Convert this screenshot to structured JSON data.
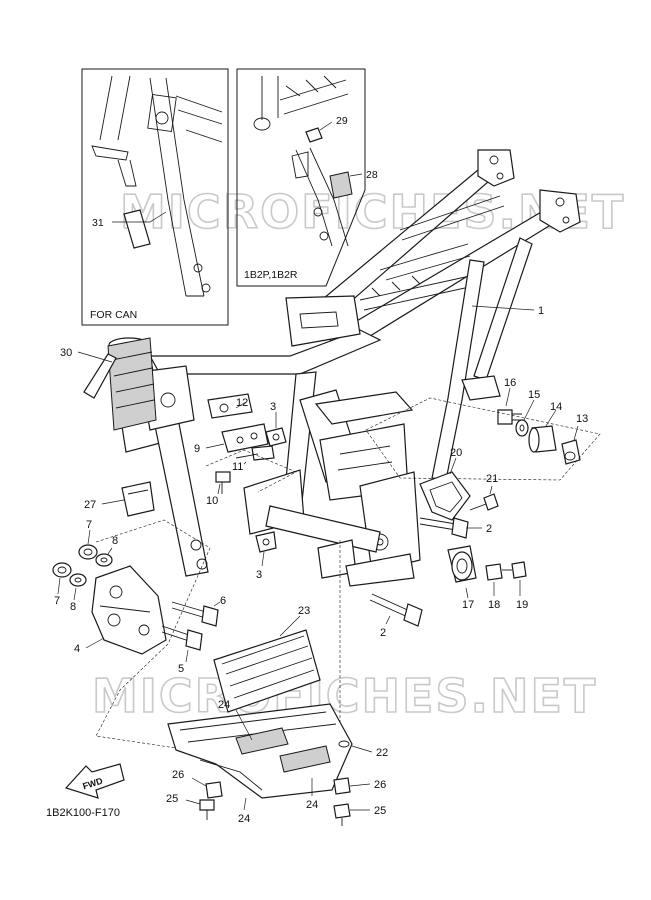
{
  "watermark": "MICROFICHES.NET",
  "diagram_code": "1B2K100-F170",
  "fwd_label": "FWD",
  "insets": {
    "left": {
      "caption": "FOR CAN",
      "callout": "31"
    },
    "right": {
      "caption": "1B2P,1B2R",
      "callouts": [
        "29",
        "28"
      ]
    }
  },
  "callouts": {
    "c1": "1",
    "c2a": "2",
    "c2b": "2",
    "c3a": "3",
    "c3b": "3",
    "c4": "4",
    "c5": "5",
    "c6": "6",
    "c7a": "7",
    "c7b": "7",
    "c8a": "8",
    "c8b": "8",
    "c9": "9",
    "c10": "10",
    "c11": "11",
    "c12": "12",
    "c13": "13",
    "c14": "14",
    "c15": "15",
    "c16": "16",
    "c17": "17",
    "c18": "18",
    "c19": "19",
    "c20": "20",
    "c21": "21",
    "c22": "22",
    "c23": "23",
    "c24a": "24",
    "c24b": "24",
    "c24c": "24",
    "c25a": "25",
    "c25b": "25",
    "c26a": "26",
    "c26b": "26",
    "c27": "27",
    "c30": "30"
  }
}
